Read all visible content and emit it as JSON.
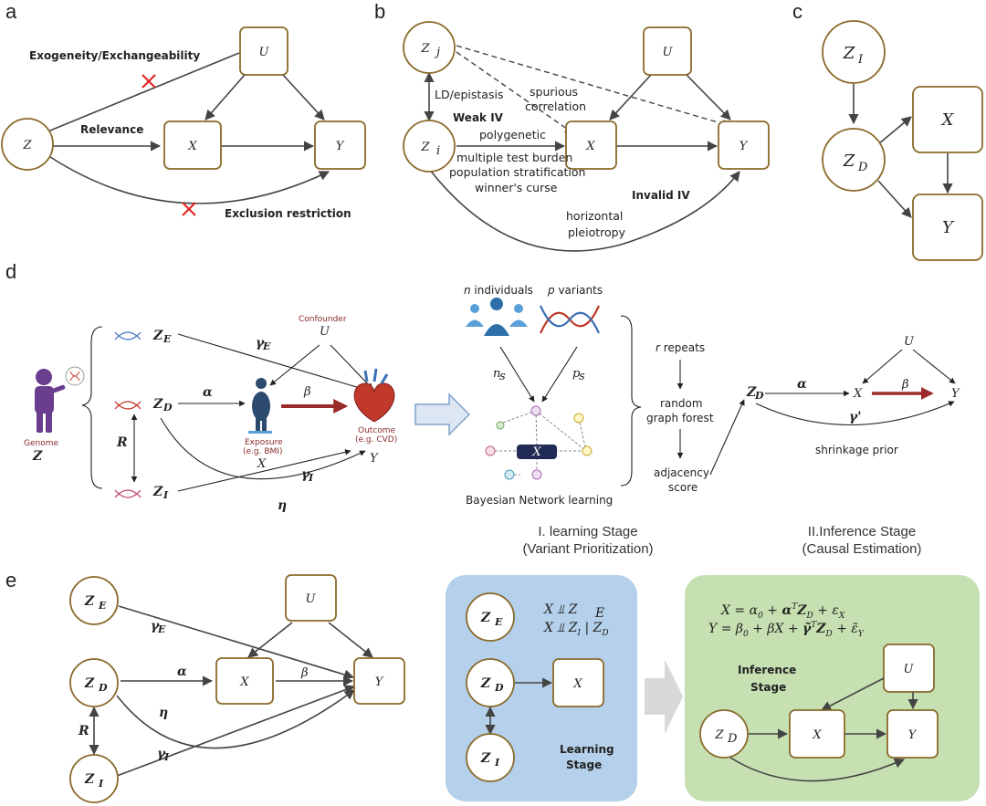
{
  "panels": {
    "a": {
      "letter": "a",
      "nodes": {
        "z": "Z",
        "u": "U",
        "x": "X",
        "y": "Y"
      },
      "labels": {
        "exogeneity": "Exogeneity/Exchangeability",
        "relevance": "Relevance",
        "exclusion": "Exclusion restriction"
      }
    },
    "b": {
      "letter": "b",
      "nodes": {
        "zj": "Z",
        "zj_sub": "j",
        "zi": "Z",
        "zi_sub": "i",
        "u": "U",
        "x": "X",
        "y": "Y"
      },
      "labels": {
        "ld": "LD/epistasis",
        "spurious1": "spurious",
        "spurious2": "correlation",
        "weak_iv": "Weak IV",
        "polygenetic": "polygenetic",
        "multiple": "multiple test burden",
        "population": "population stratification",
        "winner": "winner's curse",
        "invalid_iv": "Invalid IV",
        "horizontal": "horizontal",
        "pleiotropy": "pleiotropy"
      }
    },
    "c": {
      "letter": "c",
      "nodes": {
        "zi": "Z",
        "zi_sub": "I",
        "zd": "Z",
        "zd_sub": "D",
        "x": "X",
        "y": "Y"
      }
    },
    "d": {
      "letter": "d",
      "left": {
        "genome": "Genome",
        "genome_z": "Z",
        "ze": "Z",
        "ze_sub": "E",
        "zd": "Z",
        "zd_sub": "D",
        "zi": "Z",
        "zi_sub": "I",
        "r": "R",
        "alpha": "α",
        "beta": "β",
        "gamma_e": "γ",
        "gamma_e_sub": "E",
        "gamma_i": "γ",
        "gamma_i_sub": "I",
        "eta": "η",
        "confounder": "Confounder",
        "u": "U",
        "exposure1": "Exposure",
        "exposure2": "(e.g. BMI)",
        "x": "X",
        "outcome1": "Outcome",
        "outcome2": "(e.g. CVD)",
        "y": "Y"
      },
      "learning": {
        "n_ind_var": "n",
        "n_ind_text": " individuals",
        "p_var_var": "p",
        "p_var_text": " variants",
        "ns": "n",
        "ns_sub": "s",
        "ps": "p",
        "ps_sub": "s",
        "x": "X",
        "bayes": "Bayesian Network learning",
        "r_var": "r",
        "r_text": " repeats",
        "random1": "random",
        "random2": "graph forest",
        "adj1": "adjacency",
        "adj2": "score",
        "stage1_1": "I. learning Stage",
        "stage1_2": "(Variant Prioritization)"
      },
      "inference": {
        "u": "U",
        "zd": "Z",
        "zd_sub": "D",
        "alpha": "α",
        "x": "X",
        "beta": "β",
        "y": "Y",
        "gamma": "γ'",
        "shrink": "shrinkage prior",
        "stage2_1": "II.Inference Stage",
        "stage2_2": "(Causal Estimation)"
      }
    },
    "e": {
      "letter": "e",
      "dag": {
        "ze": "Z",
        "ze_sub": "E",
        "zd": "Z",
        "zd_sub": "D",
        "zi": "Z",
        "zi_sub": "I",
        "u": "U",
        "x": "X",
        "y": "Y",
        "gamma_e": "γ",
        "gamma_e_sub": "E",
        "alpha": "α",
        "beta": "β",
        "eta": "η",
        "gamma_i": "γ",
        "gamma_i_sub": "I",
        "r": "R"
      },
      "learning_box": {
        "ze": "Z",
        "ze_sub": "E",
        "zd": "Z",
        "zd_sub": "D",
        "zi": "Z",
        "zi_sub": "I",
        "x": "X",
        "ind1": "X ⫫ Z",
        "ind1_sub": "E",
        "ind2": "X ⫫ Z",
        "ind2_sub1": "I",
        "ind2_mid": " | Z",
        "ind2_sub2": "D",
        "stage1": "Learning",
        "stage2": "Stage"
      },
      "inference_box": {
        "eq1": "X = α₀ + αᵀZ_D + ε_X",
        "eq1_parts": [
          "X = α",
          "0",
          " + ",
          "α",
          "T",
          "Z",
          "D",
          " + ε",
          "X"
        ],
        "eq2_parts": [
          "Y = β",
          "0",
          " + βX + ",
          "γ̃",
          "T",
          "Z",
          "D",
          " + ε̃",
          "Y"
        ],
        "stage1": "Inference",
        "stage2": "Stage",
        "u": "U",
        "zd": "Z",
        "zd_sub": "D",
        "x": "X",
        "y": "Y"
      }
    }
  },
  "colors": {
    "node_stroke": "#8a6a2a",
    "learning_bg": "#b4d0ea",
    "inference_bg": "#c6e0b2",
    "cross": "#e02020",
    "beta_arrow": "#9b2a2a",
    "genome_text": "#8b2a2a",
    "person": "#6a3d8f",
    "big_arrow_fill": "#dde6f3",
    "big_arrow_stroke": "#7fa2cc"
  }
}
